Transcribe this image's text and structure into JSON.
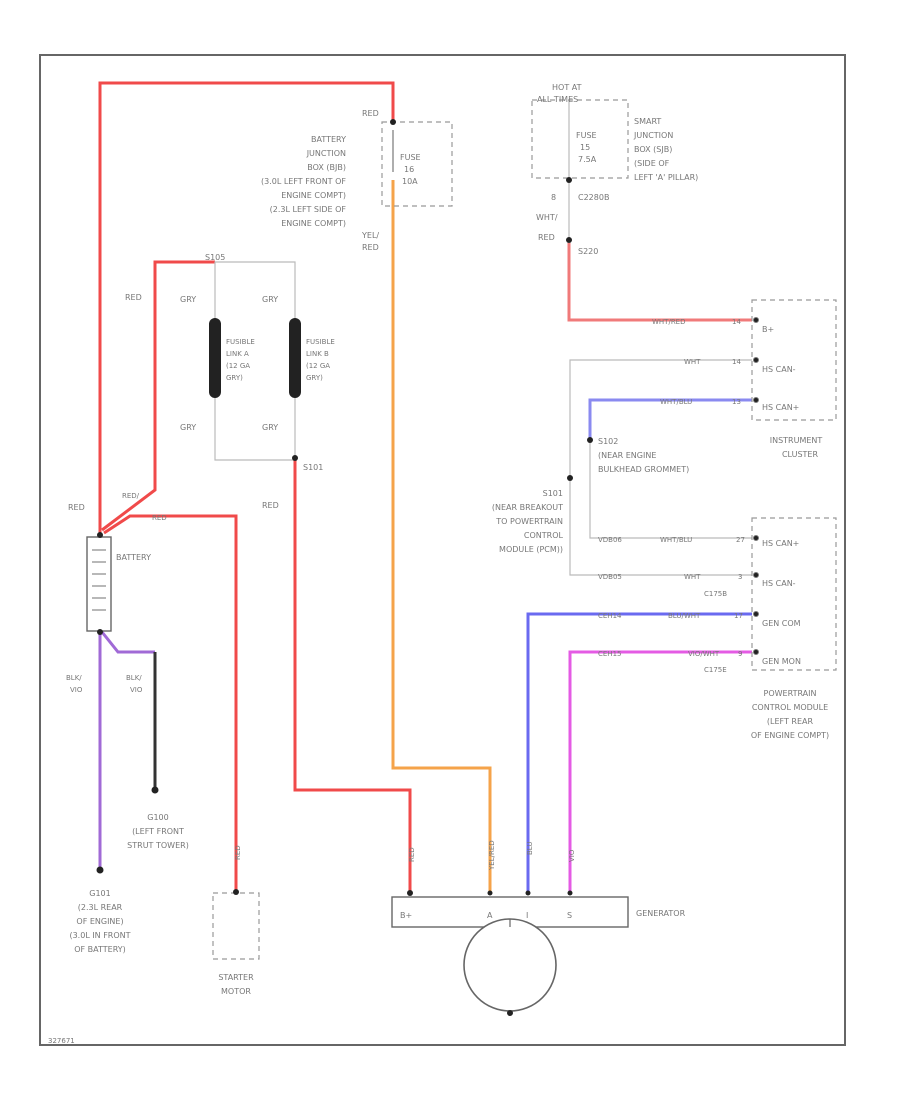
{
  "colors": {
    "red": "#f04a4a",
    "orange": "#f5a34a",
    "blue": "#6a6af0",
    "magenta": "#e45be4",
    "purple": "#a06ad6",
    "gray": "#bdbdbd",
    "black": "#333333"
  },
  "top_fuse": {
    "wire_in": "RED",
    "box_text": [
      "BATTERY",
      "JUNCTION",
      "BOX (BJB)",
      "(3.0L LEFT FRONT OF",
      "ENGINE COMPT)",
      "(2.3L LEFT SIDE OF",
      "ENGINE COMPT)"
    ],
    "fuse": [
      "FUSE",
      "16",
      "10A"
    ],
    "wire_out": [
      "YEL/",
      "RED"
    ]
  },
  "hot_fuse": {
    "hot_at": [
      "HOT AT",
      "ALL TIMES"
    ],
    "fuse": [
      "FUSE",
      "15",
      "7.5A"
    ],
    "sjb": [
      "SMART",
      "JUNCTION",
      "BOX (SJB)",
      "(SIDE OF",
      "LEFT 'A' PILLAR)"
    ],
    "connector": "C2280B",
    "pin": "8",
    "wire": [
      "WHT/",
      "RED"
    ],
    "splice": "S220"
  },
  "fusible": {
    "top_label": "S105",
    "link1": [
      "FUSIBLE",
      "LINK A",
      "(12 GA",
      "GRY)"
    ],
    "link2": [
      "FUSIBLE",
      "LINK B",
      "(12 GA",
      "GRY)"
    ],
    "gry": "GRY",
    "bottom_splice": "S101",
    "red": "RED"
  },
  "battery": {
    "label": "BATTERY",
    "red": "RED",
    "bat_wires": [
      "RED/",
      "RED"
    ],
    "blk1": [
      "BLK/",
      "VIO"
    ],
    "blk2": [
      "BLK/",
      "VIO"
    ]
  },
  "ground1": [
    "G100",
    "(LEFT FRONT",
    "STRUT TOWER)"
  ],
  "ground2": [
    "G101",
    "(2.3L REAR",
    "OF ENGINE)",
    "(3.0L IN FRONT",
    "OF BATTERY)"
  ],
  "starter": [
    "STARTER",
    "MOTOR"
  ],
  "starter_wire": "RED",
  "generator": {
    "label": "GENERATOR",
    "pins": [
      "B+",
      "A",
      "I",
      "S"
    ],
    "wires": [
      "RED",
      "YEL/RED",
      "BLU",
      "VIO"
    ]
  },
  "instrument": {
    "pins": [
      "B+",
      "HS CAN-",
      "HS CAN+"
    ],
    "wires": [
      "WHT/RED",
      "WHT",
      "WHT/BLU"
    ],
    "pin_nums": [
      "14",
      "14",
      "13"
    ],
    "label": [
      "INSTRUMENT",
      "CLUSTER"
    ]
  },
  "splice_s102": [
    "S102",
    "(NEAR ENGINE",
    "BULKHEAD GROMMET)"
  ],
  "splice_s101": [
    "S101",
    "(NEAR BREAKOUT",
    "TO POWERTRAIN",
    "CONTROL",
    "MODULE (PCM))"
  ],
  "pcm": {
    "rows": [
      {
        "circ": "VDB06",
        "wire": "WHT/BLU",
        "pin": "27",
        "name": "HS CAN+"
      },
      {
        "circ": "VDB05",
        "wire": "WHT",
        "pin": "3",
        "name": "HS CAN-"
      },
      {
        "circ": "CEH14",
        "wire": "BLU/WHT",
        "pin": "17",
        "name": "GEN COM"
      },
      {
        "circ": "CEH15",
        "wire": "VIO/WHT",
        "pin": "9",
        "name": "GEN MON"
      }
    ],
    "conn1": "C175B",
    "conn2": "C175E",
    "label": [
      "POWERTRAIN",
      "CONTROL MODULE",
      "(LEFT REAR",
      "OF ENGINE COMPT)"
    ]
  },
  "ref_code": "327671"
}
